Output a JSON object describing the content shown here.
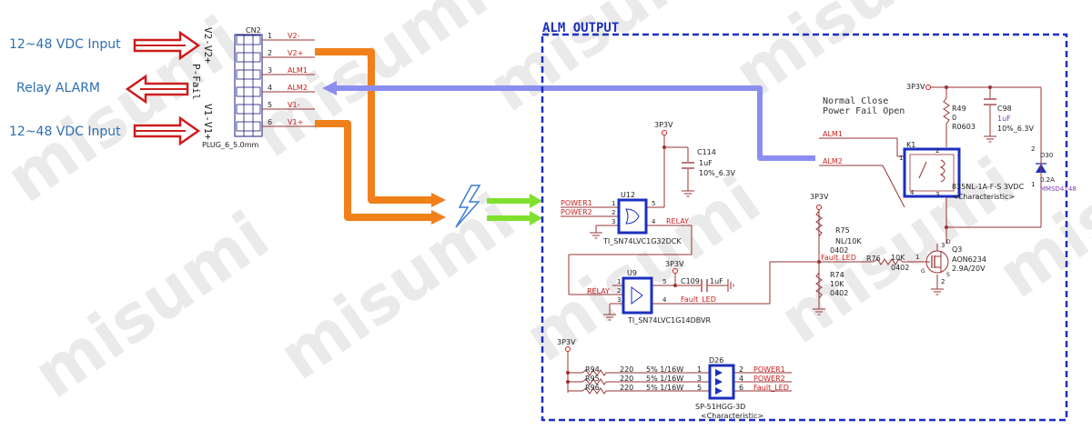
{
  "left_labels": {
    "input_top": "12~48 VDC  Input",
    "relay_alarm": "Relay ALARM",
    "input_bottom": "12~48 VDC  Input"
  },
  "connector": {
    "ref": "CN2",
    "part": "PLUG_6_5.0mm",
    "vertical_text": [
      "V2-V2+",
      "P-Fail",
      "V1-V1+"
    ],
    "pins": [
      {
        "num": "1",
        "net": "V2-"
      },
      {
        "num": "2",
        "net": "V2+"
      },
      {
        "num": "3",
        "net": "ALM1"
      },
      {
        "num": "4",
        "net": "ALM2"
      },
      {
        "num": "5",
        "net": "V1-"
      },
      {
        "num": "6",
        "net": "V1+"
      }
    ]
  },
  "block_title": "ALM OUTPUT",
  "note": {
    "line1": "Normal  Close",
    "line2": "Power Fail Open"
  },
  "u12": {
    "ref": "U12",
    "part": "TI_SN74LVC1G32DCK",
    "in1": "POWER1",
    "in2": "POWER2",
    "out": "RELAY",
    "supply": "3P3V",
    "pins": [
      "1",
      "2",
      "3",
      "4",
      "5"
    ]
  },
  "c114": {
    "ref": "C114",
    "value": "1uF",
    "rating": "10%_6.3V"
  },
  "u9": {
    "ref": "U9",
    "part": "TI_SN74LVC1G14DBVR",
    "in": "RELAY",
    "out": "Fault_LED",
    "supply": "3P3V",
    "pins": [
      "1",
      "2",
      "3",
      "4",
      "5"
    ]
  },
  "c109": {
    "ref": "C109",
    "value": "1uF"
  },
  "r75": {
    "ref": "R75",
    "value": "NL/10K",
    "pkg": "0402",
    "net": "Fault_LED",
    "supply": "3P3V"
  },
  "r74": {
    "ref": "R74",
    "value": "10K",
    "pkg": "0402"
  },
  "r76": {
    "ref": "R76",
    "value": "10K",
    "pkg": "0402"
  },
  "q3": {
    "ref": "Q3",
    "part": "AON6234",
    "rating": "2.9A/20V",
    "pins": [
      "1",
      "2",
      "3"
    ],
    "d": "D",
    "g": "G",
    "s": "S"
  },
  "relay": {
    "ref": "K1",
    "part": "835NL-1A-F-S 3VDC",
    "char": "<Characteristic>",
    "alm1": "ALM1",
    "alm2": "ALM2",
    "supply": "3P3V",
    "pins": [
      "1",
      "2",
      "3",
      "4"
    ]
  },
  "r49": {
    "ref": "R49",
    "value": "0",
    "pkg": "R0603"
  },
  "c98": {
    "ref": "C98",
    "value": "1uF",
    "rating": "10%_6.3V"
  },
  "d30": {
    "ref": "D30",
    "rating": "0.2A",
    "part": "MMSD4148",
    "pins": [
      "1",
      "2"
    ]
  },
  "d26": {
    "ref": "D26",
    "part": "SP-51HGG-3D",
    "char": "<Characteristic>",
    "supply": "3P3V",
    "rows": [
      {
        "r": "R94",
        "val": "220",
        "spec": "5%  1/16W",
        "pin_l": "1",
        "pin_r": "2",
        "net": "POWER1"
      },
      {
        "r": "R95",
        "val": "220",
        "spec": "5%  1/16W",
        "pin_l": "3",
        "pin_r": "4",
        "net": "POWER2"
      },
      {
        "r": "R96",
        "val": "220",
        "spec": "5%  1/16W",
        "pin_l": "5",
        "pin_r": "6",
        "net": "Fault_LED"
      }
    ]
  },
  "watermark": "misumi",
  "colors": {
    "red": "#cc1d1d",
    "blue": "#1c2fbf",
    "orange": "#f0801a",
    "green": "#7fe030",
    "lavender": "#8a8ef0",
    "text_blue": "#2d6fb0",
    "wire": "#993333"
  }
}
